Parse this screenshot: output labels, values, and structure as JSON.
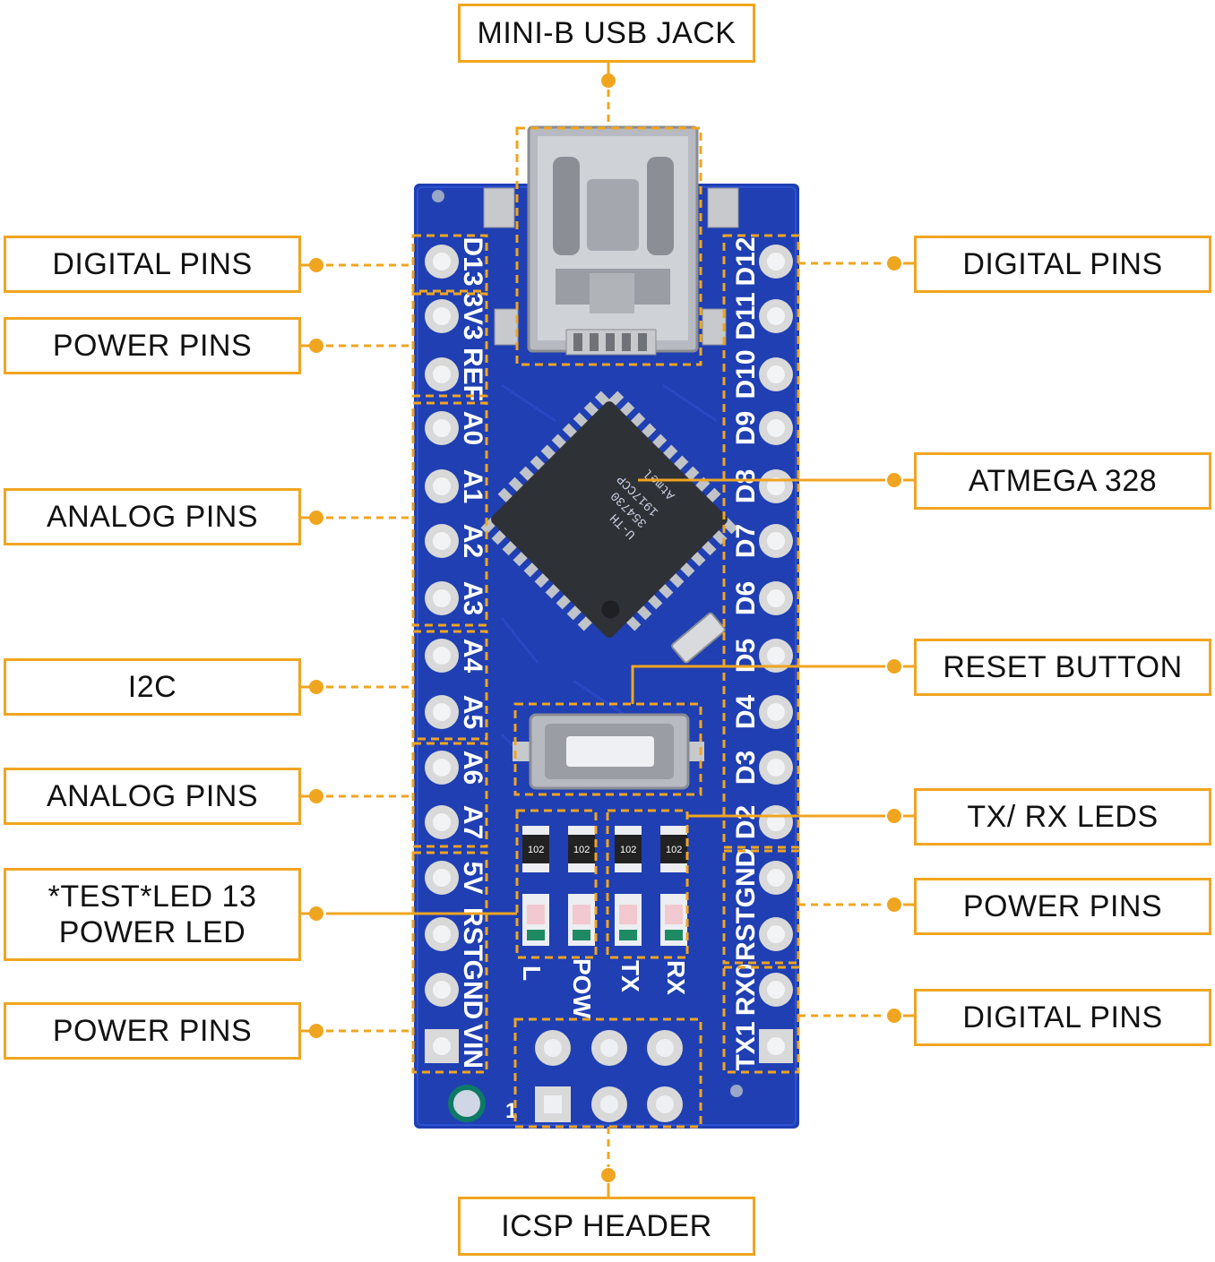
{
  "labels": {
    "usb_jack": "MINI-B USB JACK",
    "left_digital": "DIGITAL PINS",
    "left_power_top": "POWER PINS",
    "left_analog_top": "ANALOG PINS",
    "left_i2c": "I2C",
    "left_analog_bottom": "ANALOG PINS",
    "left_test_led_line1": "*TEST*LED 13",
    "left_test_led_line2": "POWER LED",
    "left_power_bottom": "POWER PINS",
    "right_digital_top": "DIGITAL PINS",
    "right_atmega": "ATMEGA 328",
    "right_reset": "RESET BUTTON",
    "right_txrx": "TX/ RX LEDS",
    "right_power": "POWER PINS",
    "right_digital_bottom": "DIGITAL PINS",
    "icsp": "ICSP HEADER"
  },
  "board": {
    "left_pins": [
      "D13",
      "3V3",
      "REF",
      "A0",
      "A1",
      "A2",
      "A3",
      "A4",
      "A5",
      "A6",
      "A7",
      "5V",
      "RST",
      "GND",
      "VIN"
    ],
    "right_pins": [
      "D12",
      "D11",
      "D10",
      "D9",
      "D8",
      "D7",
      "D6",
      "D5",
      "D4",
      "D3",
      "D2",
      "GND",
      "RST",
      "RX0",
      "TX1"
    ],
    "led_labels": [
      "L",
      "POW",
      "TX",
      "RX"
    ],
    "resistor_code": "102",
    "chip_lines": [
      "U-TH",
      "354730",
      "1917CCP"
    ],
    "chip_logo": "Atmel",
    "icsp_pin1": "1"
  },
  "colors": {
    "accent": "#f0a520",
    "pcb": "#1f3fb3",
    "pad": "#d9d9d9"
  }
}
